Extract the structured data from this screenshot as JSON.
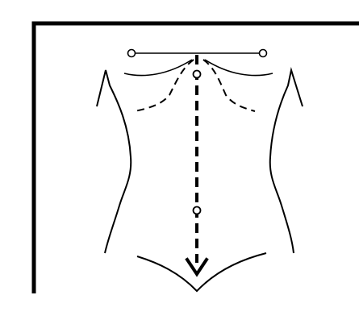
{
  "figure": {
    "subject": "torso-outline-diagram",
    "colors": {
      "line": "#000000",
      "background": "#ffffff"
    },
    "icons": {
      "circle-marker": "open-circle",
      "arrow": "downward-arrowhead"
    }
  }
}
